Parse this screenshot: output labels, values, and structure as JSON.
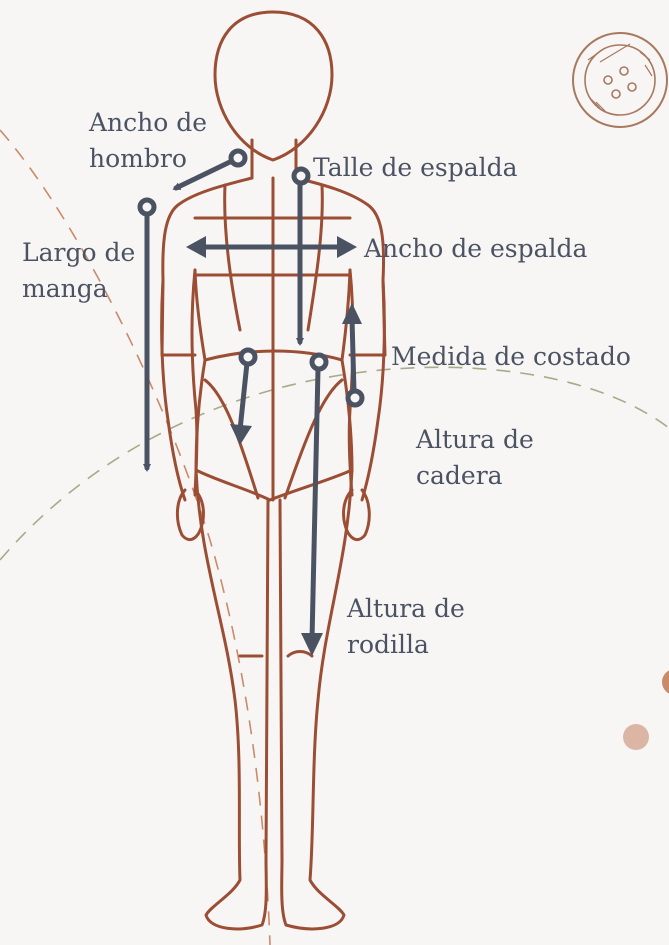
{
  "labels": {
    "ancho_hombro": "Ancho de\nhombro",
    "talle_espalda": "Talle de espalda",
    "largo_manga": "Largo de\nmanga",
    "ancho_espalda": "Ancho de espalda",
    "medida_costado": "Medida de costado",
    "altura_cadera": "Altura de\ncadera",
    "altura_rodilla": "Altura de\nrodilla"
  },
  "colors": {
    "background": "#f7f6f4",
    "figure_outline": "#9c4e35",
    "arrow": "#4b5363",
    "dash_brown": "#c98b6b",
    "dash_green": "#a7ab88",
    "dot_dark": "#c98a67",
    "dot_light": "#dcb6a4"
  },
  "icons": {
    "button": "button-icon"
  }
}
